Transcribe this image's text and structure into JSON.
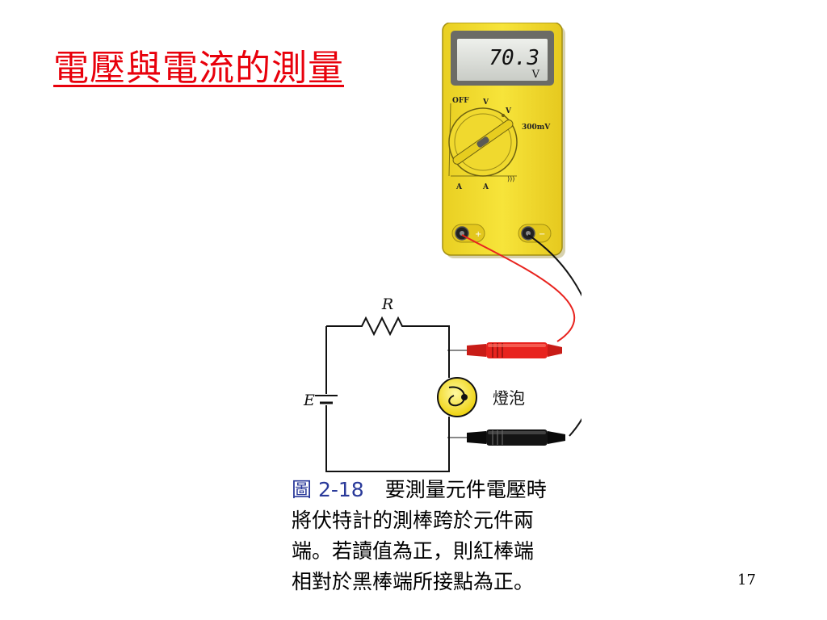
{
  "slide": {
    "title": "電壓與電流的測量",
    "page_number": "17"
  },
  "meter": {
    "reading": "70.3",
    "unit": "V",
    "dial_labels": {
      "off": "OFF",
      "v_ac": "V",
      "v_dc": "V",
      "mv": "300mV",
      "continuity": ")))",
      "a_left": "A",
      "a_right": "A"
    },
    "jack_plus": "+",
    "jack_minus": "−"
  },
  "circuit": {
    "resistor_label": "R",
    "emf_label": "E",
    "bulb_label": "燈泡"
  },
  "caption": {
    "figure_id": "圖 2-18",
    "lines": [
      "要測量元件電壓時",
      "將伏特計的測棒跨於元件兩",
      "端。若讀值為正，則紅棒端",
      "相對於黑棒端所接點為正。"
    ]
  },
  "colors": {
    "title": "#e8000b",
    "meter_body": "#f2dc2c",
    "red_probe": "#e8231e",
    "black_probe": "#141414",
    "figure_label": "#2a3a9a",
    "bulb": "#f6e61e"
  }
}
